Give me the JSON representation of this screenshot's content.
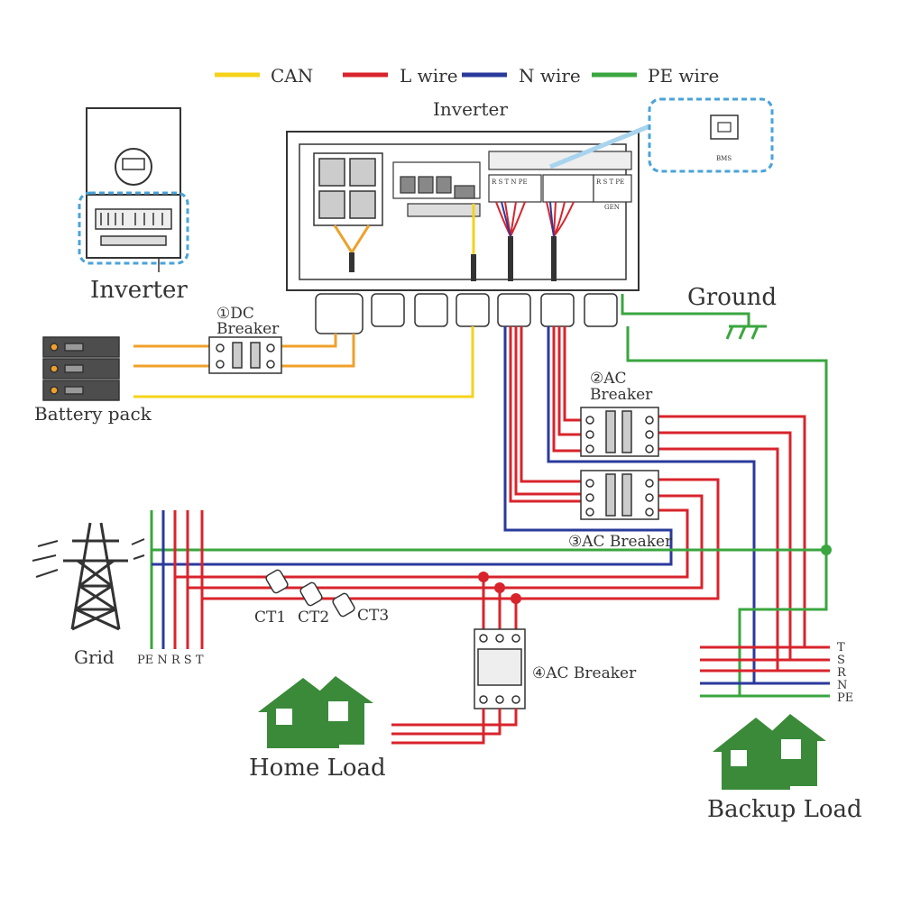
{
  "legend": {
    "items": [
      {
        "label": "CAN",
        "color": "#f5d21a"
      },
      {
        "label": "L wire",
        "color": "#d8242c"
      },
      {
        "label": "N wire",
        "color": "#2a3a9c"
      },
      {
        "label": "PE wire",
        "color": "#3aa63f"
      }
    ]
  },
  "labels": {
    "inverter_top": "Inverter",
    "inverter_small": "Inverter",
    "bms": "BMS",
    "ground": "Ground",
    "dc_breaker_line1": "①DC",
    "dc_breaker_line2": "Breaker",
    "battery_pack": "Battery pack",
    "ac_breaker2_line1": "②AC",
    "ac_breaker2_line2": "Breaker",
    "ac_breaker3": "③AC Breaker",
    "ac_breaker4": "④AC Breaker",
    "grid": "Grid",
    "grid_terminals": "PE N R S T",
    "ct1": "CT1",
    "ct2": "CT2",
    "ct3": "CT3",
    "home_load": "Home Load",
    "backup_load": "Backup Load",
    "backup_t": "T",
    "backup_s": "S",
    "backup_r": "R",
    "backup_n": "N",
    "backup_pe": "PE",
    "terminal_strip_left": "R S T N PE",
    "terminal_strip_right": "R S T PE",
    "gen_label": "GEN"
  },
  "colors": {
    "can": "#f5d21a",
    "battery_wire": "#f0a02a",
    "l_wire": "#d8242c",
    "n_wire": "#2a3a9c",
    "pe_wire": "#3aa63f",
    "house": "#3a8a3a",
    "callout": "#4aa3d8",
    "outline": "#333333"
  }
}
